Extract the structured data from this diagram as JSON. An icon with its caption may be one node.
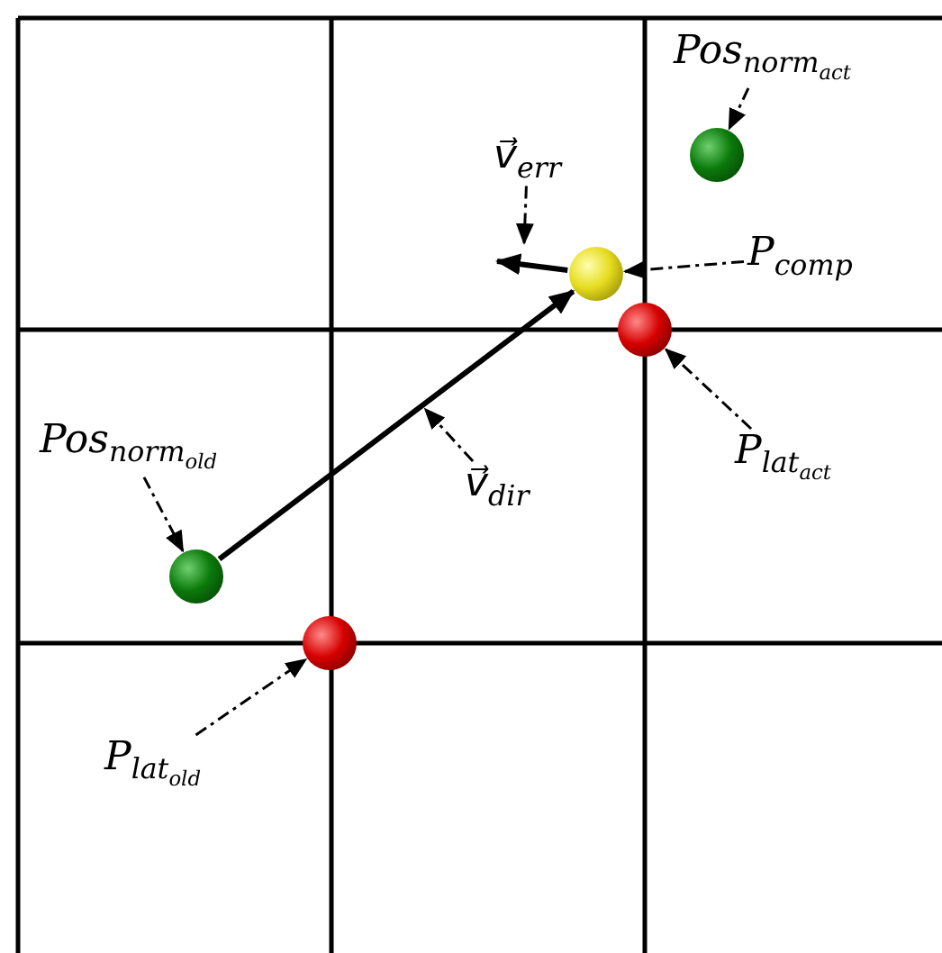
{
  "diagram": {
    "nodes": [
      {
        "text": [
          "Pos$_{norm}$$_{act}$"
        ]
      },
      {
        "text": [],
        "shape": "circle"
      },
      {
        "text": [
          "v⃗$_{err}$"
        ]
      },
      {
        "text": [
          "P$_{comp}$"
        ]
      },
      {
        "text": [],
        "shape": "circle"
      },
      {
        "text": [],
        "shape": "circle"
      },
      {
        "text": [
          "P$_{lat}$$_{act}$"
        ]
      },
      {
        "text": [
          "Pos$_{norm}$$_{old}$"
        ]
      },
      {
        "text": [
          "v⃗$_{dir}$"
        ]
      },
      {
        "text": [],
        "shape": "circle"
      },
      {
        "text": [],
        "shape": "circle"
      },
      {
        "text": [
          "P$_{lat}$$_{old}$"
        ]
      }
    ],
    "edges": [
      {
        "from": 0,
        "to": 1,
        "arrow": "to",
        "style": "dashed"
      },
      {
        "from": 2,
        "to": null,
        "arrow": "to",
        "style": "dashed"
      },
      {
        "from": 3,
        "to": 4,
        "arrow": "to",
        "style": "dashed"
      },
      {
        "from": 6,
        "to": 5,
        "arrow": "to",
        "style": "dashed"
      },
      {
        "from": 7,
        "to": 9,
        "arrow": "to",
        "style": "dashed"
      },
      {
        "from": 8,
        "to": null,
        "arrow": "to",
        "style": "dashed"
      },
      {
        "from": 11,
        "to": 10,
        "arrow": "to",
        "style": "dashed"
      },
      {
        "from": 9,
        "to": 4,
        "arrow": "to",
        "style": "thick"
      },
      {
        "from": 4,
        "to": null,
        "arrow": "to",
        "style": "thick"
      }
    ]
  }
}
